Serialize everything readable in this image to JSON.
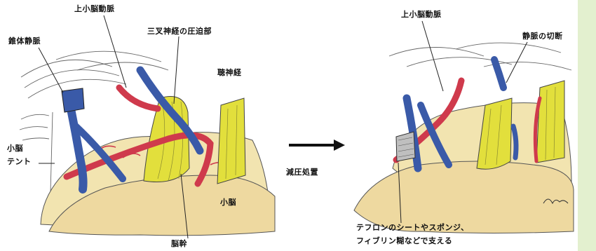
{
  "left_figure": {
    "labels": {
      "superior_cerebellar_artery": "上小脳動脈",
      "trigeminal_compression": "三叉神経の圧迫部",
      "petrosal_vein": "錐体静脈",
      "auditory_nerve": "聴神経",
      "tentorium_line1": "小脳",
      "tentorium_line2": "テント",
      "cerebellum": "小脳",
      "pons": "脳幹"
    }
  },
  "arrow": {
    "label": "減圧処置"
  },
  "right_figure": {
    "labels": {
      "superior_cerebellar_artery": "上小脳動脈",
      "vein_cut": "静脈の切断",
      "teflon_line1": "テフロンのシートやスポンジ、",
      "teflon_line2": "フィブリン糊などで支える"
    }
  },
  "colors": {
    "artery": "#cf3a4c",
    "vein": "#3a5aa8",
    "nerve": "#e2df3c",
    "tissue": "#f2e4b0",
    "background_stripe": "#e3f0cf"
  }
}
